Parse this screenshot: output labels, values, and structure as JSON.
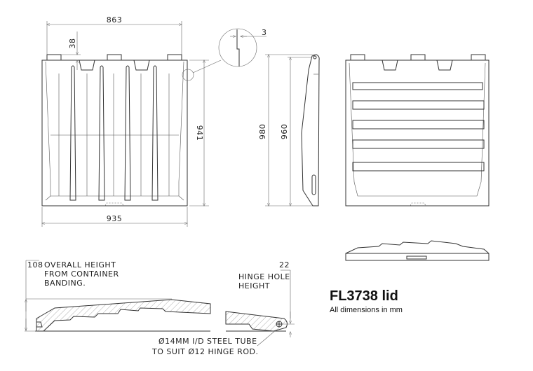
{
  "title": "FL3738 lid",
  "subtitle": "All dimensions in mm",
  "dimensions": {
    "top_width": "863",
    "tab_height": "38",
    "gap": "3",
    "front_height": "941",
    "bottom_width": "935",
    "side_height_outer": "980",
    "side_height_inner": "960",
    "overall_height": "108",
    "hinge_hole_height": "22"
  },
  "notes": {
    "overall_height_lines": [
      "OVERALL HEIGHT",
      "FROM CONTAINER",
      "BANDING."
    ],
    "hinge_hole_lines": [
      "HINGE HOLE",
      "HEIGHT"
    ],
    "tube_lines": [
      "Ø14MM I/D STEEL TUBE",
      "TO SUIT Ø12 HINGE ROD."
    ]
  }
}
